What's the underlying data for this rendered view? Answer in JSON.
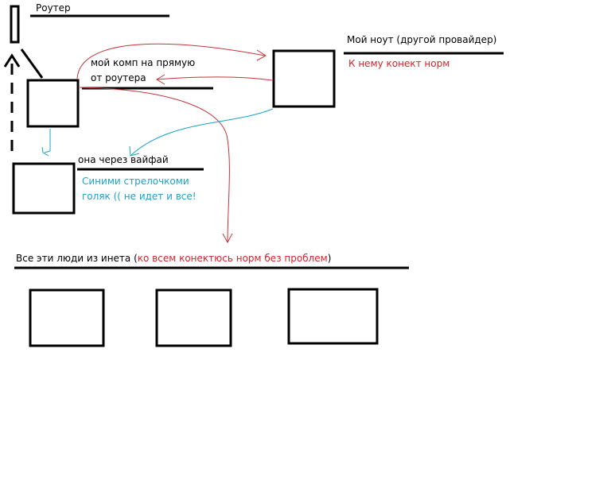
{
  "labels": {
    "router": "Роутер",
    "my_pc_line1": "мой комп на прямую",
    "my_pc_line2": "от роутера",
    "laptop": "Мой ноут (другой провайдер)",
    "laptop_note": "К нему конект норм",
    "wifi": "она через вайфай",
    "blue_note_line1": "Синими стрелочкоми",
    "blue_note_line2": "голяк (( не идет и все!",
    "internet_prefix": "Все эти люди из инета (",
    "internet_red": "ко всем конектюсь норм без проблем",
    "internet_suffix": ")"
  },
  "colors": {
    "ink": "#000000",
    "red_arrow": "#c8323a",
    "red_text": "#d9222a",
    "blue": "#1aa3c8"
  }
}
